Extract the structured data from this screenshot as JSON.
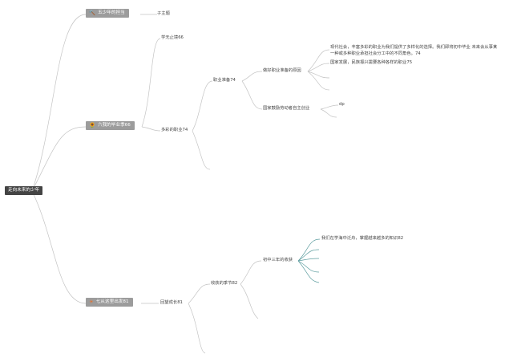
{
  "colors": {
    "root_bg": "#444444",
    "branch_bg": "#9c9c9c",
    "line_gray": "#c4c4c4",
    "line_teal": "#5f9ea0"
  },
  "root": {
    "label": "走向未来的少年"
  },
  "branches": [
    {
      "icon": "hammer-icon",
      "glyph": "🔨",
      "label": "五少年的担当",
      "children": [
        {
          "label": "子主题"
        }
      ]
    },
    {
      "icon": "sunflower-icon",
      "glyph": "🌻",
      "label": "六我的毕业季66",
      "children": [
        {
          "label": "学无止境66"
        },
        {
          "label": "多彩的职业74",
          "children": [
            {
              "label": "职业准备74",
              "children": [
                {
                  "label": "做好职业准备的原因",
                  "children": [
                    {
                      "label": "现代社会，丰富多彩的职业为我们提供了多样化的选择。我们即将初中毕业 未来会从事某一种或多种职业承担社会分工中的不同角色。74"
                    },
                    {
                      "label": "国家发展，民族振兴需要各种各样的职业75"
                    }
                  ]
                },
                {
                  "label": "国家鼓励劳动者自主创业",
                  "children": [
                    {
                      "label": "dp"
                    }
                  ]
                }
              ]
            }
          ]
        }
      ]
    },
    {
      "icon": "sun-icon",
      "glyph": "☀",
      "label": "七从这里出发81",
      "children": [
        {
          "label": "回望成长81",
          "children": [
            {
              "label": "收获的季节82",
              "children": [
                {
                  "label": "初中三年的收获",
                  "children": [
                    {
                      "label": "我们在学海中泛舟，掌握越来越多的知识82"
                    }
                  ]
                }
              ]
            }
          ]
        }
      ]
    }
  ]
}
